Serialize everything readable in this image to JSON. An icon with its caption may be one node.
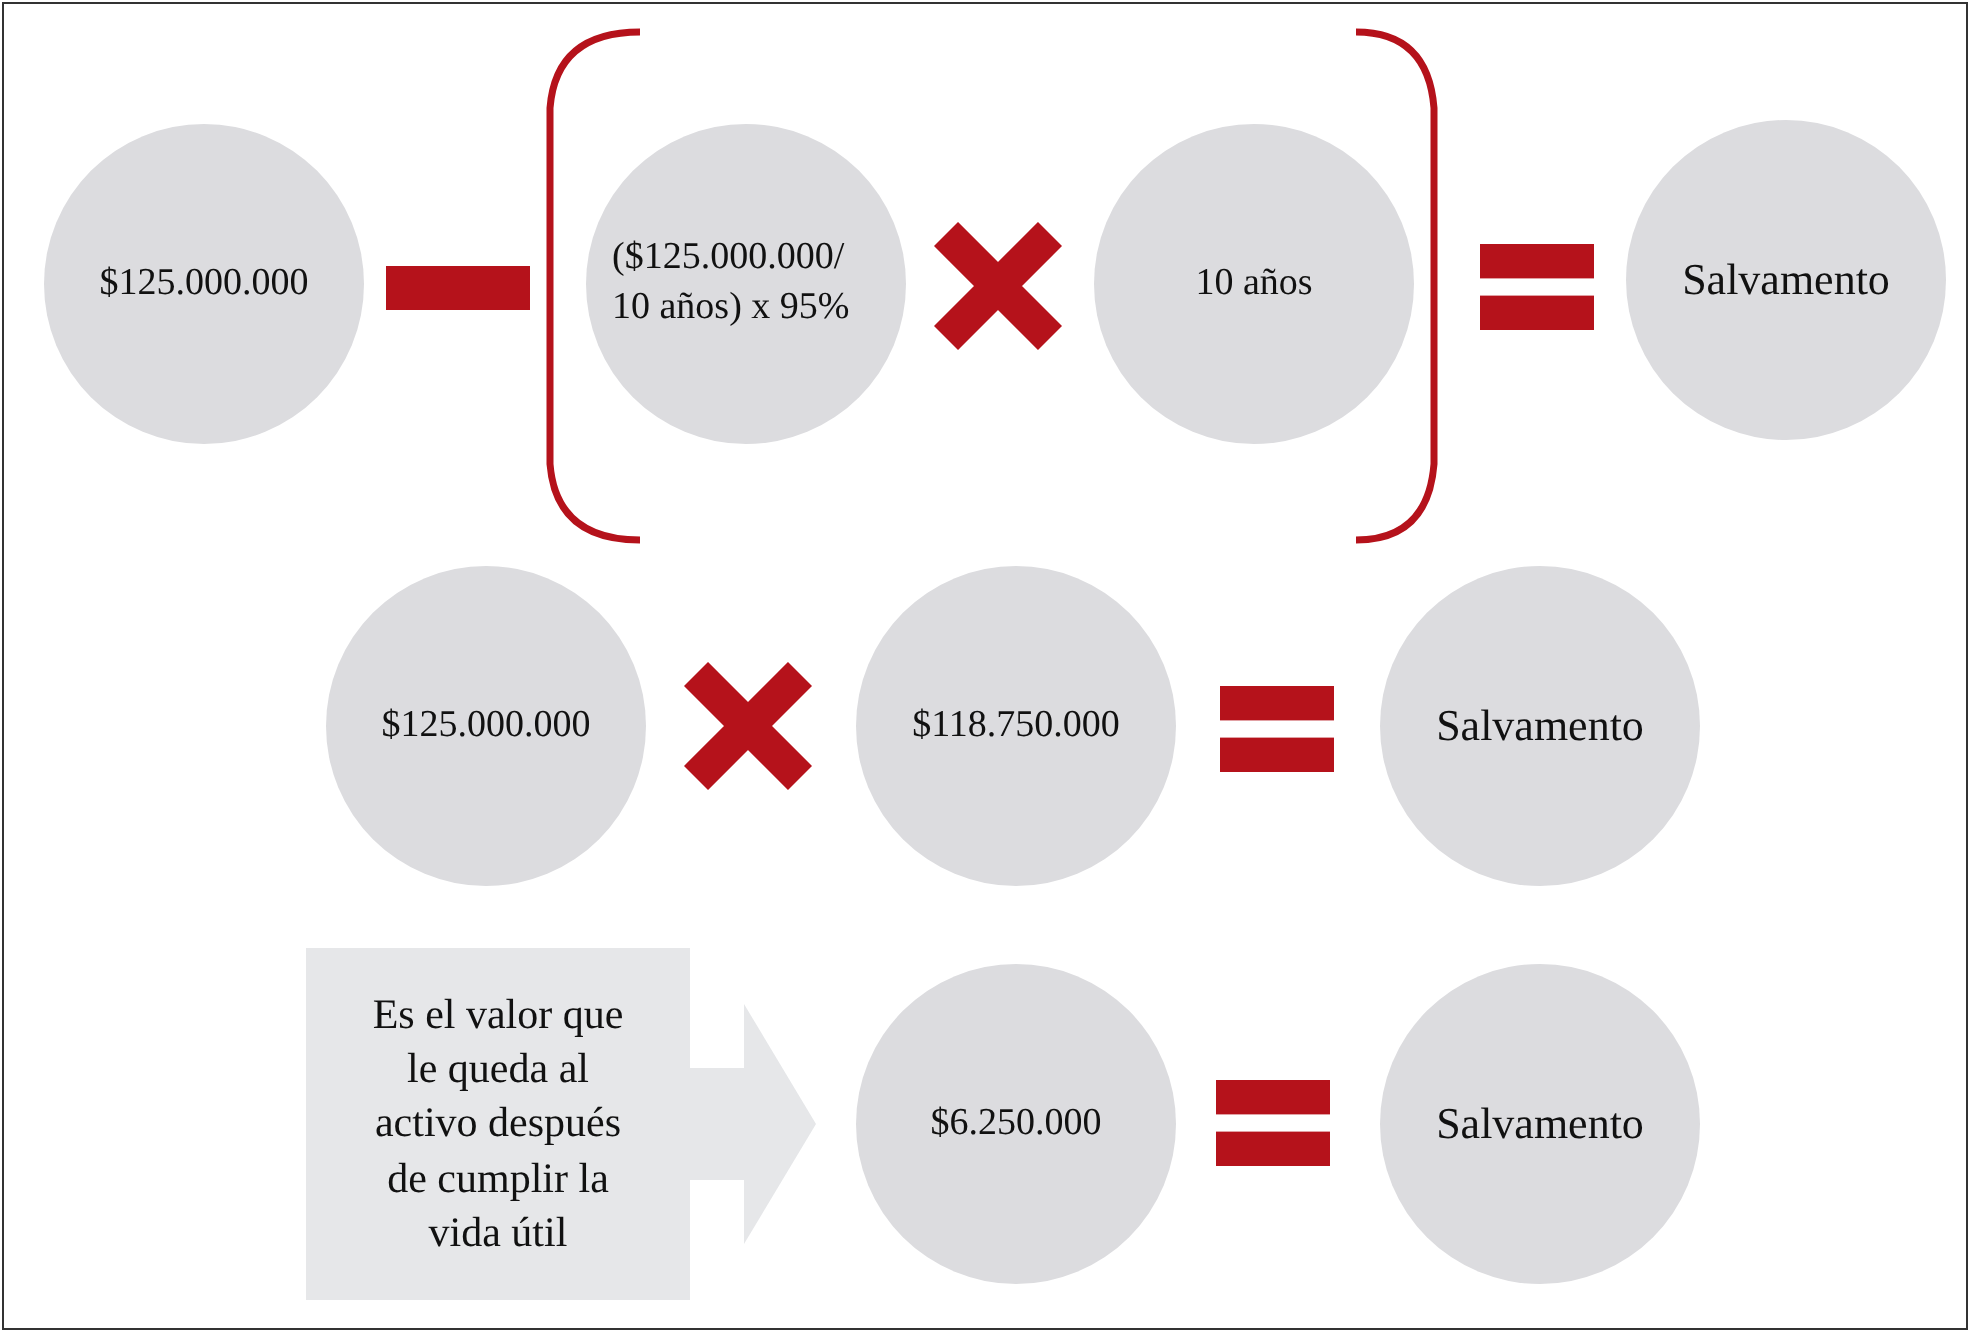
{
  "diagram": {
    "nodes": [
      {
        "text": [
          "$125.000.000"
        ]
      },
      {
        "text": [
          "($125.000.000/ 10 años) x 95%"
        ]
      },
      {
        "text": [
          "10 años"
        ]
      },
      {
        "text": [
          "Salvamento"
        ]
      },
      {
        "text": [
          "$125.000.000"
        ]
      },
      {
        "text": [
          "$118.750.000"
        ]
      },
      {
        "text": [
          "Salvamento"
        ]
      },
      {
        "text": [
          "Es el valor que le queda al activo después de cumplir la vida útil"
        ]
      },
      {
        "text": [
          "$6.250.000"
        ]
      },
      {
        "text": [
          "Salvamento"
        ]
      }
    ],
    "edges": [
      {
        "from": 7,
        "to": 8,
        "arrow": "to"
      }
    ]
  }
}
